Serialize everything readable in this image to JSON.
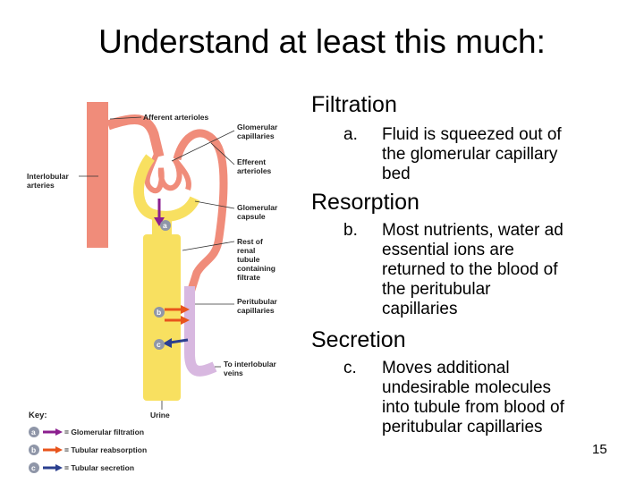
{
  "slide": {
    "title": "Understand at least this much:",
    "page_number": "15"
  },
  "sections": [
    {
      "heading": "Filtration",
      "letter": "a.",
      "lines": [
        "Fluid is squeezed out of",
        "the glomerular capillary",
        "bed"
      ]
    },
    {
      "heading": "Resorption",
      "letter": "b.",
      "lines": [
        "Most nutrients, water ad",
        "essential ions are",
        "returned to the blood of",
        "the peritubular",
        "capillaries"
      ]
    },
    {
      "heading": "Secretion",
      "letter": "c.",
      "lines": [
        "Moves additional",
        "undesirable molecules",
        "into tubule from blood of",
        "peritubular capillaries"
      ]
    }
  ],
  "diagram": {
    "labels": {
      "afferent": "Afferent arterioles",
      "glomerular_capillaries_1": "Glomerular",
      "glomerular_capillaries_2": "capillaries",
      "efferent_1": "Efferent",
      "efferent_2": "arterioles",
      "interlobular_1": "Interlobular",
      "interlobular_2": "arteries",
      "capsule_1": "Glomerular",
      "capsule_2": "capsule",
      "rest_1": "Rest of",
      "rest_2": "renal",
      "rest_3": "tubule",
      "rest_4": "containing",
      "rest_5": "filtrate",
      "peritubular_1": "Peritubular",
      "peritubular_2": "capillaries",
      "veins_1": "To interlobular",
      "veins_2": "veins",
      "urine": "Urine"
    },
    "markers": [
      "a",
      "b",
      "c"
    ],
    "key": {
      "title": "Key:",
      "items": [
        {
          "letter": "a",
          "label": "= Glomerular filtration",
          "color": "#8B1F8F"
        },
        {
          "letter": "b",
          "label": "= Tubular reabsorption",
          "color": "#E8541C"
        },
        {
          "letter": "c",
          "label": "= Tubular secretion",
          "color": "#2B3F8F"
        }
      ]
    },
    "colors": {
      "artery": "#F08C7A",
      "tubule": "#F8E060",
      "vein": "#D8B8E0",
      "marker": "#8F96A8"
    }
  }
}
